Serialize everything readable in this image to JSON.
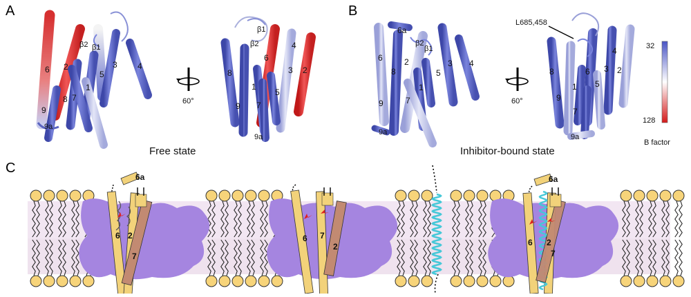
{
  "panels": {
    "a": {
      "letter": "A",
      "caption": "Free state",
      "rotation": "60°",
      "helix_labels_left": [
        "6",
        "2",
        "β2",
        "β1",
        "3",
        "4",
        "5",
        "1",
        "7",
        "8",
        "9",
        "9a"
      ],
      "helix_labels_right": [
        "β1",
        "β2",
        "8",
        "6",
        "4",
        "3",
        "2",
        "1",
        "5",
        "9",
        "7",
        "9a"
      ]
    },
    "b": {
      "letter": "B",
      "caption": "Inhibitor-bound state",
      "rotation": "60°",
      "callout": "L685,458",
      "helix_labels_left": [
        "6a",
        "β2",
        "β1",
        "6",
        "8",
        "2",
        "5",
        "3",
        "4",
        "1",
        "9",
        "7",
        "9a"
      ],
      "helix_labels_right": [
        "8",
        "6",
        "4",
        "3",
        "2",
        "1",
        "5",
        "9",
        "7",
        "9a"
      ]
    },
    "c": {
      "letter": "C",
      "scheme_labels": {
        "s1": [
          "6a",
          "6",
          "2",
          "7"
        ],
        "s2": [
          "6",
          "7",
          "2"
        ],
        "s3": [
          "6a",
          "6",
          "2",
          "7"
        ]
      }
    }
  },
  "colorbar": {
    "max_label": "32",
    "min_label": "128",
    "title": "B factor",
    "colors": {
      "low": "#5560c8",
      "mid": "#ffffff",
      "high": "#d42020"
    }
  },
  "colors": {
    "membrane": "#f2e6f2",
    "protein": "#a585e0",
    "helix": "#f2d27a",
    "helix2": "#c28a72",
    "substrate": "#46c8d8",
    "lipid_head": "#f7d47a"
  }
}
